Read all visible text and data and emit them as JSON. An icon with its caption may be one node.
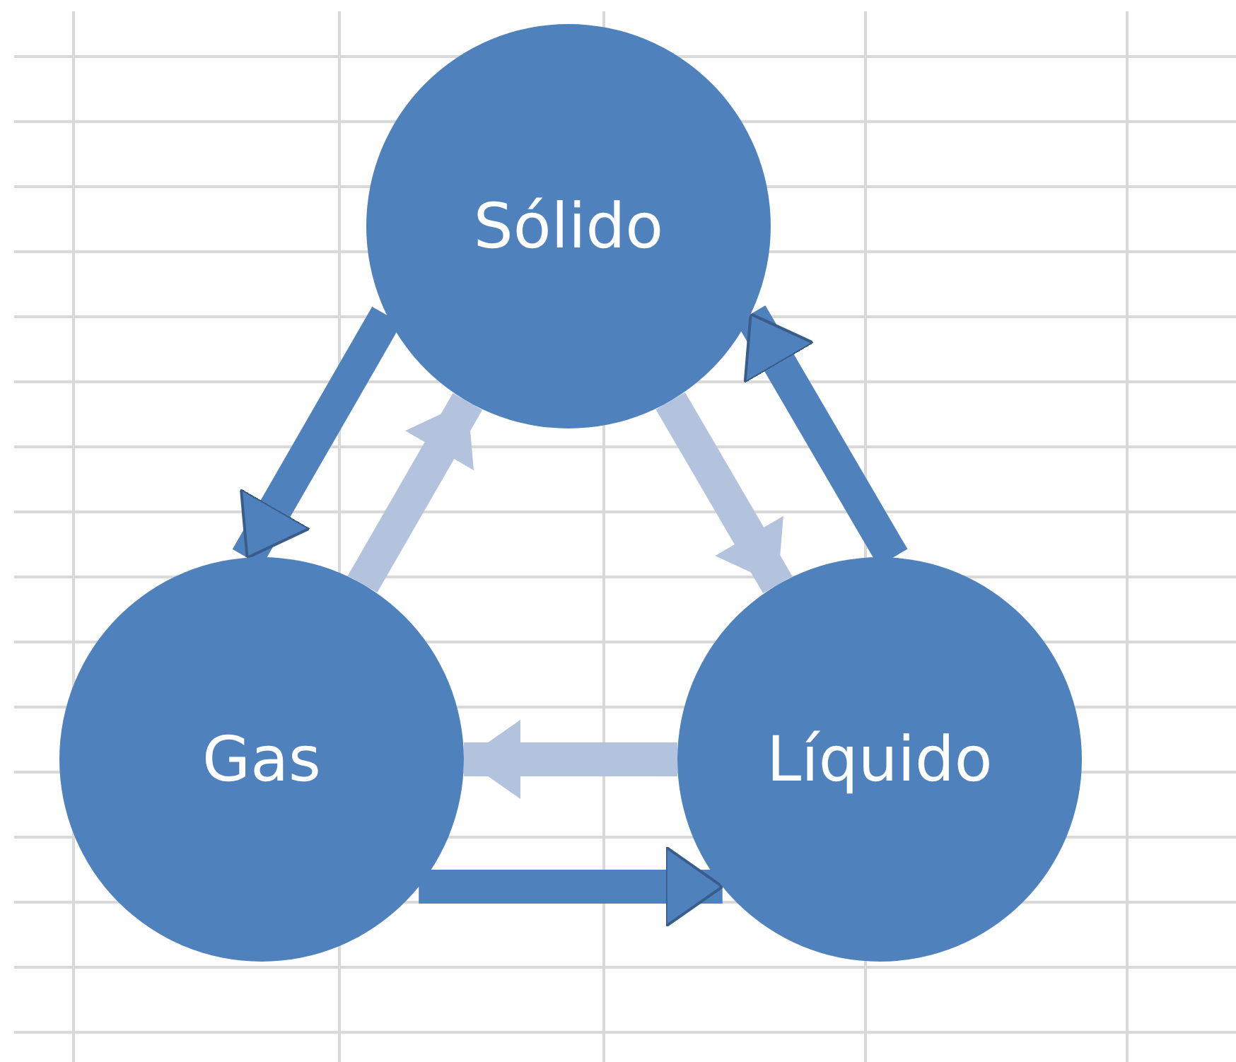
{
  "diagram": {
    "nodes": [
      {
        "text": [
          "Sólido"
        ]
      },
      {
        "text": [
          "Gas"
        ]
      },
      {
        "text": [
          "Líquido"
        ]
      }
    ],
    "edges": [
      {
        "from": 0,
        "to": 1,
        "arrow": "to"
      },
      {
        "from": 1,
        "to": 0,
        "arrow": "to",
        "color": "#b3c2dd"
      },
      {
        "from": 0,
        "to": 2,
        "arrow": "to",
        "color": "#b3c2dd"
      },
      {
        "from": 2,
        "to": 0,
        "arrow": "to"
      },
      {
        "from": 2,
        "to": 1,
        "arrow": "to",
        "color": "#b3c2dd"
      },
      {
        "from": 1,
        "to": 2,
        "arrow": "to"
      }
    ]
  }
}
